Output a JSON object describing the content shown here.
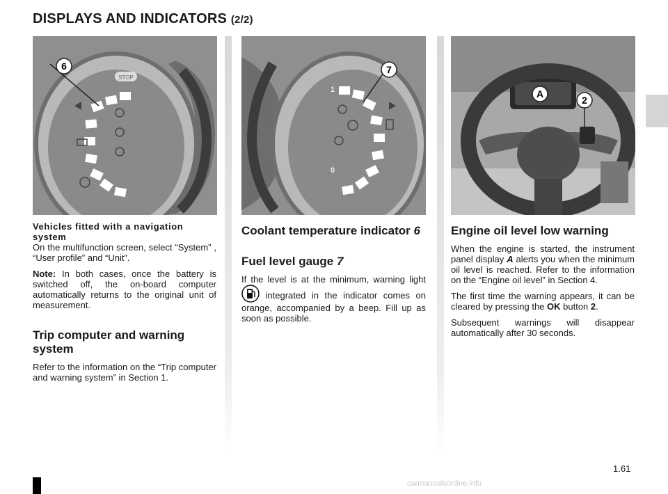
{
  "page": {
    "title": "DISPLAYS AND INDICATORS",
    "title_suffix": "(2/2)",
    "page_number": "1.61",
    "watermark": "carmanualsonline.info"
  },
  "figures": [
    {
      "code": "39905",
      "callout": "6"
    },
    {
      "code": "39293",
      "callout": "7"
    },
    {
      "code": "40003",
      "callouts": [
        "A",
        "2"
      ]
    }
  ],
  "gauge_labels": {
    "stop": "STOP",
    "full": "1",
    "empty": "0"
  },
  "col1": {
    "nav_heading": "Vehicles fitted with a navigation system",
    "nav_text": "On the multifunction screen, select “System” , “User profile” and “Unit”.",
    "note_label": "Note:",
    "note_text": " In both cases, once the battery is switched off, the on-board computer automatically returns to the original unit of measurement.",
    "trip_heading": "Trip computer and warning system",
    "trip_text": "Refer to the information on the “Trip computer and warning system” in Section 1."
  },
  "col2": {
    "coolant_heading": "Coolant temperature indicator",
    "coolant_ref": "6",
    "fuel_heading": "Fuel level gauge",
    "fuel_ref": "7",
    "fuel_text_a": "If the level is at the minimum, warning light",
    "fuel_text_b": "integrated in the indicator comes on orange, accompanied by a beep. Fill up as soon as possible.",
    "icon": "fuel-pump-icon"
  },
  "col3": {
    "oil_heading": "Engine oil level low warning",
    "p1_a": "When the engine is started, the instrument panel display ",
    "p1_ref": "A",
    "p1_b": " alerts you when the minimum oil level is reached. Refer to the information on the “Engine oil level” in Section 4.",
    "p2_a": "The first time the warning appears, it can be cleared by pressing the ",
    "p2_ok": "OK",
    "p2_b": " button ",
    "p2_ref": "2",
    "p2_c": ".",
    "p3": "Subsequent warnings will disappear automatically after 30 seconds."
  }
}
